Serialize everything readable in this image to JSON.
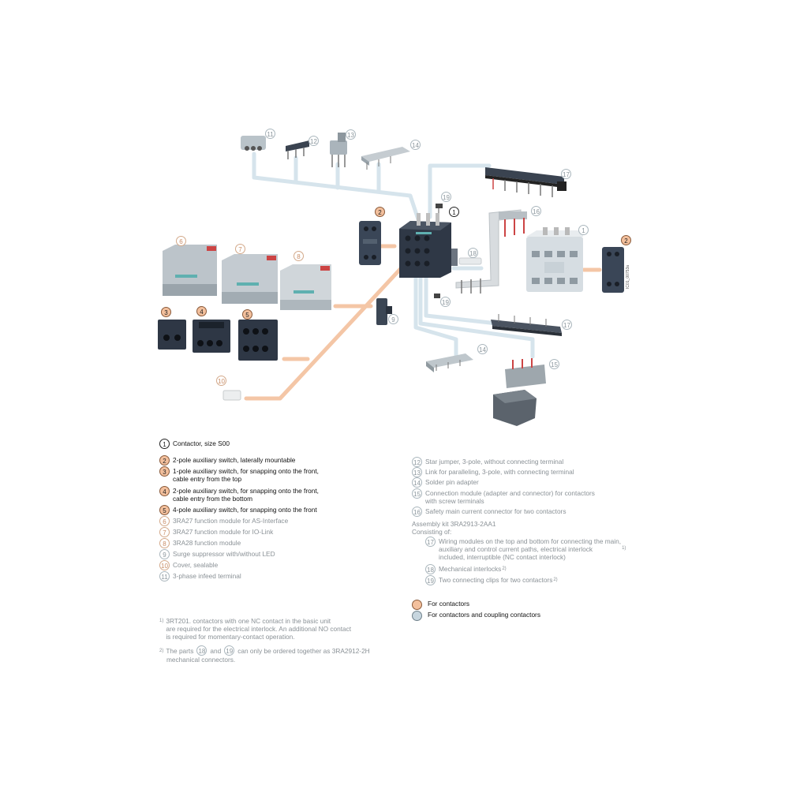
{
  "colors": {
    "orange_path": "#f4c6a6",
    "blue_path": "#d6e4ec",
    "device_dark": "#2b3440",
    "device_grey": "#c4cbd1",
    "device_light": "#e3e7ea"
  },
  "figure": {
    "ref_code": "IC01_00753a"
  },
  "legend": {
    "items": [
      {
        "num": "1",
        "text": "Contactor, size S00"
      },
      {
        "num": "2",
        "text": "2-pole auxiliary switch, laterally mountable"
      },
      {
        "num": "3",
        "text": "1-pole auxiliary switch, for snapping onto the front,\ncable entry from the top"
      },
      {
        "num": "4",
        "text": "2-pole auxiliary switch, for snapping onto the front,\ncable entry from the bottom"
      },
      {
        "num": "5",
        "text": "4-pole auxiliary switch, for snapping onto the front"
      },
      {
        "num": "6",
        "text": "3RA27 function module for AS-Interface"
      },
      {
        "num": "7",
        "text": "3RA27 function module for IO-Link"
      },
      {
        "num": "8",
        "text": "3RA28 function module"
      },
      {
        "num": "9",
        "text": "Surge suppressor with/without LED"
      },
      {
        "num": "10",
        "text": "Cover, sealable"
      },
      {
        "num": "11",
        "text": "3-phase infeed terminal"
      },
      {
        "num": "12",
        "text": "Star jumper, 3-pole, without connecting terminal"
      },
      {
        "num": "13",
        "text": "Link for paralleling, 3-pole, with connecting terminal"
      },
      {
        "num": "14",
        "text": "Solder pin adapter"
      },
      {
        "num": "15",
        "text": "Connection module (adapter and connector) for contactors\nwith screw terminals"
      },
      {
        "num": "16",
        "text": "Safety main current connector for two contactors"
      }
    ],
    "assembly_title": "Assembly kit 3RA2913-2AA1",
    "assembly_sub": "Consisting of:",
    "assembly_items": [
      {
        "num": "17",
        "text": "Wiring modules on the top and bottom for connecting the main,\nauxiliary and control current paths, electrical interlock\nincluded, interruptible (NC contact interlock)",
        "sup": "1)"
      },
      {
        "num": "18",
        "text": "Mechanical interlocks",
        "sup": "2)"
      },
      {
        "num": "19",
        "text": "Two connecting clips for two contactors",
        "sup": "2)"
      }
    ],
    "key": [
      {
        "color": "#f3c09d",
        "border": "#8a5a3a",
        "text": "For contactors"
      },
      {
        "color": "#c7d6df",
        "border": "#6f808a",
        "text": "For contactors and coupling contactors"
      }
    ]
  },
  "footnotes": {
    "f1_mark": "1)",
    "f1_text": "3RT201. contactors with one NC contact in the basic unit\nare required for the electrical interlock. An additional NO contact\nis required for momentary-contact operation.",
    "f2_mark": "2)",
    "f2_pre": "The parts",
    "f2_a": "18",
    "f2_and": "and",
    "f2_b": "19",
    "f2_post": "can only be ordered together as 3RA2912-2H",
    "f2_line2": "mechanical connectors."
  },
  "callouts": [
    {
      "num": "11",
      "style": "b-grey"
    },
    {
      "num": "12",
      "style": "b-grey"
    },
    {
      "num": "13",
      "style": "b-grey"
    },
    {
      "num": "14",
      "style": "b-grey"
    },
    {
      "num": "17",
      "style": "b-grey"
    },
    {
      "num": "19",
      "style": "b-grey"
    },
    {
      "num": "1",
      "style": "b-black"
    },
    {
      "num": "2",
      "style": "b-orange"
    },
    {
      "num": "16",
      "style": "b-grey"
    },
    {
      "num": "1",
      "style": "b-grey"
    },
    {
      "num": "2",
      "style": "b-orange"
    },
    {
      "num": "6",
      "style": "b-orange-light"
    },
    {
      "num": "7",
      "style": "b-orange-light"
    },
    {
      "num": "8",
      "style": "b-orange-light"
    },
    {
      "num": "18",
      "style": "b-grey"
    },
    {
      "num": "19",
      "style": "b-grey"
    },
    {
      "num": "9",
      "style": "b-grey"
    },
    {
      "num": "17",
      "style": "b-grey"
    },
    {
      "num": "3",
      "style": "b-orange"
    },
    {
      "num": "4",
      "style": "b-orange"
    },
    {
      "num": "5",
      "style": "b-orange"
    },
    {
      "num": "14",
      "style": "b-grey"
    },
    {
      "num": "15",
      "style": "b-grey"
    },
    {
      "num": "10",
      "style": "b-orange-light"
    }
  ]
}
